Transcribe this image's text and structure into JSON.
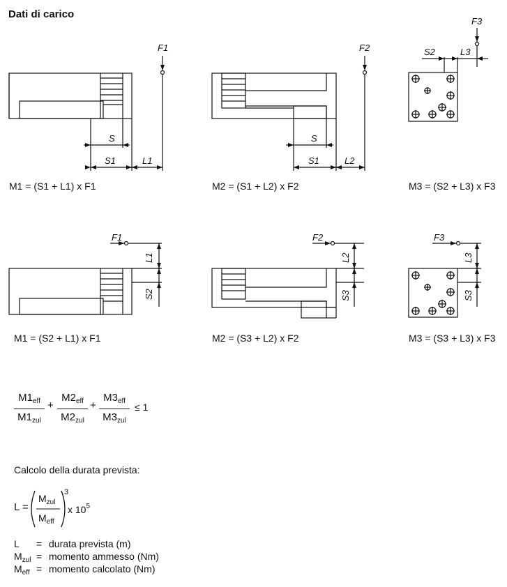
{
  "title": "Dati di carico",
  "captions": [
    "M1 = (S1 + L1) x F1",
    "M2 = (S1 + L2) x F2",
    "M3 = (S2 + L3) x F3",
    "M1 = (S2 + L1) x F1",
    "M2 = (S3 + L2) x F2",
    "M3 = (S3 + L3) x F3"
  ],
  "labels": {
    "F1": "F1",
    "F2": "F2",
    "F3": "F3",
    "S": "S",
    "S1": "S1",
    "S2": "S2",
    "S3": "S3",
    "L1": "L1",
    "L2": "L2",
    "L3": "L3"
  },
  "inequality": {
    "n1": "M1",
    "d1": "M1",
    "n2": "M2",
    "d2": "M2",
    "n3": "M3",
    "d3": "M3",
    "eff": "eff",
    "zul": "zul",
    "plus": "+",
    "rel": "≤ 1"
  },
  "lifetime": {
    "heading": "Calcolo della durata prevista:",
    "lhs": "L =",
    "num": "M",
    "num_sub": "zul",
    "den": "M",
    "den_sub": "eff",
    "exp": "3",
    "factor": "x 10",
    "factor_exp": "5"
  },
  "legend": [
    {
      "sym": "L",
      "sub": "",
      "eq": "=",
      "desc": "durata prevista (m)"
    },
    {
      "sym": "M",
      "sub": "zul",
      "eq": "=",
      "desc": "momento ammesso (Nm)"
    },
    {
      "sym": "M",
      "sub": "eff",
      "eq": "=",
      "desc": "momento calcolato (Nm)"
    }
  ]
}
